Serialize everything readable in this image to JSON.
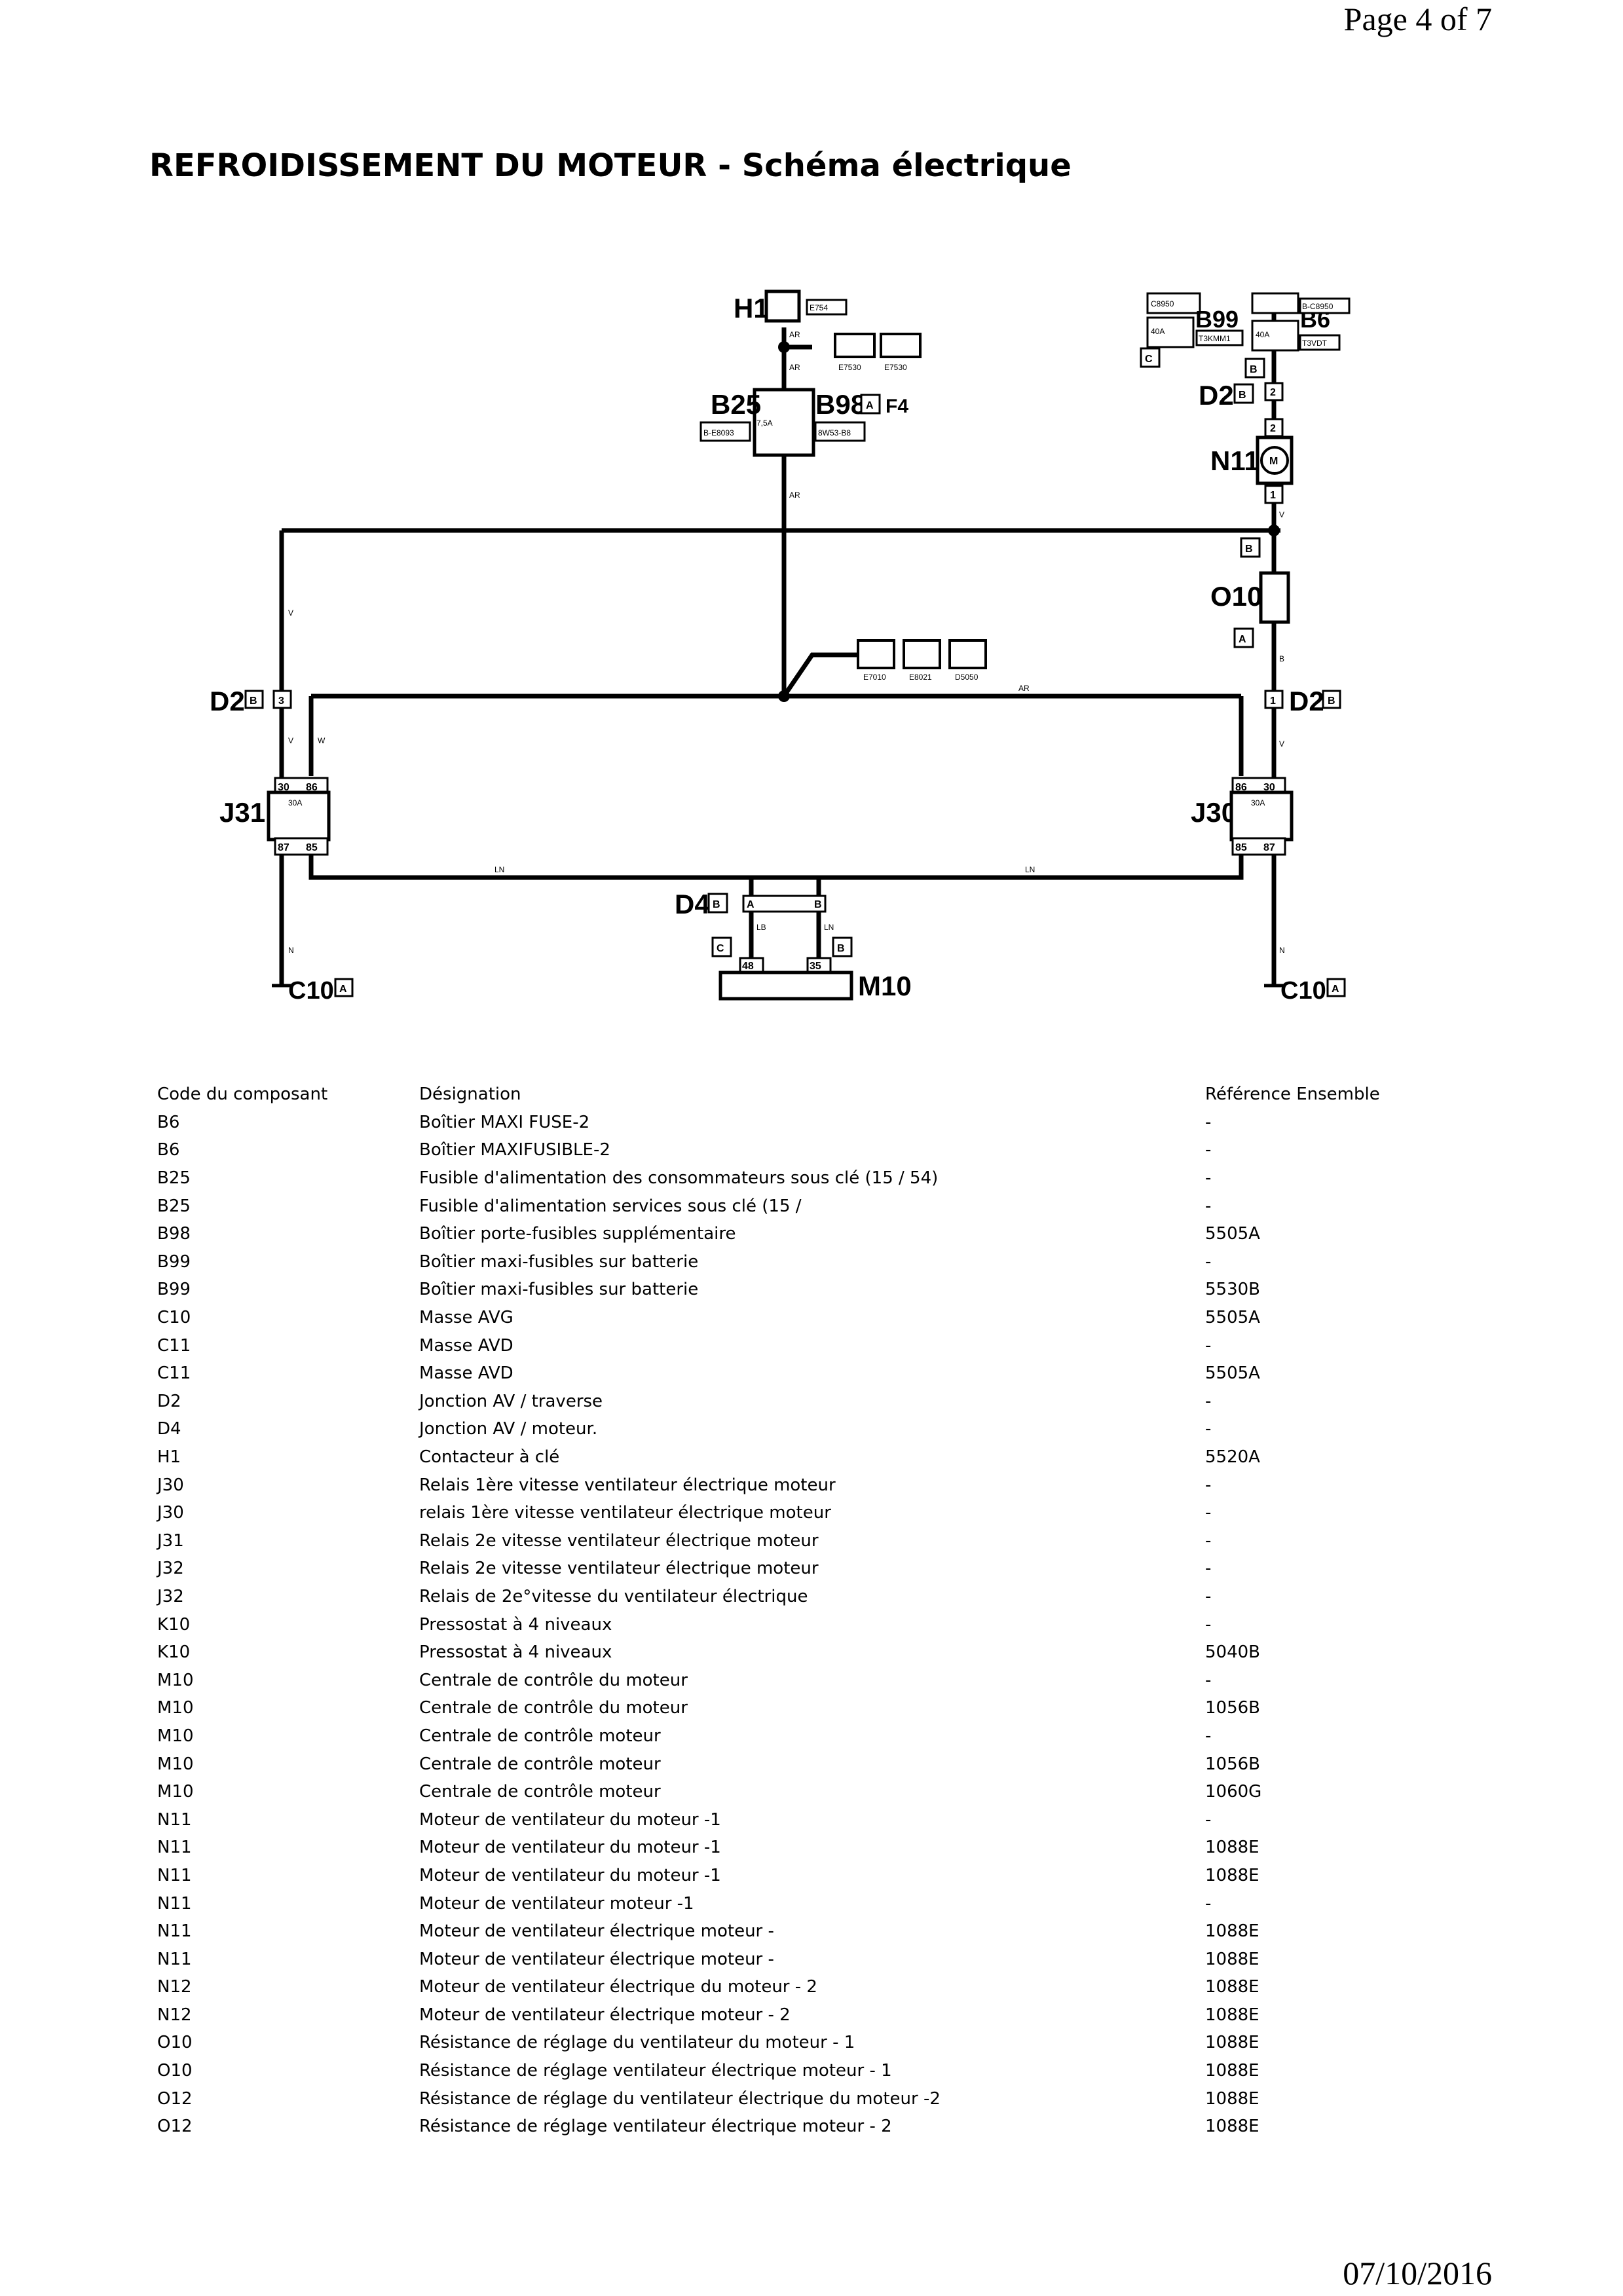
{
  "header": {
    "page_number": "Page 4 of 7"
  },
  "footer": {
    "date": "07/10/2016"
  },
  "document": {
    "title": "REFROIDISSEMENT DU MOTEUR - Schéma électrique"
  },
  "diagram": {
    "components": {
      "H1": "H1",
      "B25": "B25",
      "B98": "B98",
      "F4": "F4",
      "B99": "B99",
      "B6": "B6",
      "D2_top": "D2",
      "N11": "N11",
      "O10": "O10",
      "D2_left": "D2",
      "D2_right": "D2",
      "J31": "J31",
      "J30": "J30",
      "D4": "D4",
      "M10": "M10",
      "C10_left": "C10",
      "C10_right": "C10"
    },
    "connector_tags": {
      "b98": "A",
      "d2_top": "B",
      "b99": "C",
      "b6": "B",
      "o10_top": "B",
      "o10_bottom": "A",
      "d2_left": "B",
      "d2_right": "B",
      "d4": "B",
      "d4_c": "C",
      "d4_b": "B",
      "c10_left": "A",
      "c10_right": "A"
    },
    "pins": {
      "d2_left": "3",
      "d2_right": "1",
      "d2_top_a": "2",
      "d2_top_b": "2",
      "n11_bottom": "1",
      "j31_top_l": "30",
      "j31_top_r": "86",
      "j31_bot_l": "87",
      "j31_bot_r": "85",
      "j30_top_l": "86",
      "j30_top_r": "30",
      "j30_bot_l": "85",
      "j30_bot_r": "87",
      "d4_a": "A",
      "d4_b": "B",
      "m10_l": "48",
      "m10_r": "35"
    },
    "relay_labels": {
      "j31": "30A",
      "j30": "30A"
    },
    "fuse_labels": {
      "b25": "7,5A",
      "b99": "40A",
      "b6": "40A"
    },
    "wire_colors": {
      "h1_out": "AR",
      "b25_in": "AR",
      "b25_out": "AR",
      "bus_main": "AR",
      "left_v1": "V",
      "left_v2": "V",
      "left_v3": "W",
      "right_v1": "V",
      "right_v2": "B",
      "right_v3": "V",
      "bottom_left": "LN",
      "bottom_right": "LN",
      "d4_left": "LB",
      "d4_right": "LN",
      "ground_left": "N",
      "ground_right": "N"
    },
    "refs": {
      "h1": "E754",
      "h1_a": "E7530",
      "h1_b": "E7530",
      "b25": "B-E8093",
      "b98": "8W53-B8",
      "b99_top": "C8950",
      "b99_bot": "T3KMM1",
      "b6_top": "B-C8950",
      "b6_bot": "T3VDT",
      "mid_a": "E7010",
      "mid_b": "E8021",
      "mid_c": "D5050"
    }
  },
  "parts_table": {
    "headers": {
      "code": "Code du composant",
      "designation": "Désignation",
      "reference": "Référence Ensemble"
    },
    "rows": [
      {
        "code": "B6",
        "designation": "Boîtier MAXI FUSE-2",
        "reference": "-"
      },
      {
        "code": "B6",
        "designation": "Boîtier MAXIFUSIBLE-2",
        "reference": "-"
      },
      {
        "code": "B25",
        "designation": "Fusible d'alimentation des consommateurs sous clé (15 / 54)",
        "reference": "-"
      },
      {
        "code": "B25",
        "designation": "Fusible d'alimentation services sous clé (15 /",
        "reference": "-"
      },
      {
        "code": "B98",
        "designation": "Boîtier porte-fusibles supplémentaire",
        "reference": "5505A"
      },
      {
        "code": "B99",
        "designation": "Boîtier maxi-fusibles sur batterie",
        "reference": "-"
      },
      {
        "code": "B99",
        "designation": "Boîtier maxi-fusibles sur batterie",
        "reference": "5530B"
      },
      {
        "code": "C10",
        "designation": "Masse AVG",
        "reference": "5505A"
      },
      {
        "code": "C11",
        "designation": "Masse AVD",
        "reference": "-"
      },
      {
        "code": "C11",
        "designation": "Masse AVD",
        "reference": "5505A"
      },
      {
        "code": "D2",
        "designation": "Jonction AV / traverse",
        "reference": "-"
      },
      {
        "code": "D4",
        "designation": "Jonction AV / moteur.",
        "reference": "-"
      },
      {
        "code": "H1",
        "designation": "Contacteur à clé",
        "reference": "5520A"
      },
      {
        "code": "J30",
        "designation": "Relais 1ère vitesse ventilateur électrique moteur",
        "reference": "-"
      },
      {
        "code": "J30",
        "designation": "relais 1ère vitesse ventilateur électrique moteur",
        "reference": "-"
      },
      {
        "code": "J31",
        "designation": "Relais 2e vitesse ventilateur électrique moteur",
        "reference": "-"
      },
      {
        "code": "J32",
        "designation": "Relais 2e vitesse ventilateur électrique moteur",
        "reference": "-"
      },
      {
        "code": "J32",
        "designation": "Relais de 2e°vitesse du ventilateur électrique",
        "reference": "-"
      },
      {
        "code": "K10",
        "designation": "Pressostat à 4 niveaux",
        "reference": "-"
      },
      {
        "code": "K10",
        "designation": "Pressostat à 4 niveaux",
        "reference": "5040B"
      },
      {
        "code": "M10",
        "designation": "Centrale de contrôle du moteur",
        "reference": "-"
      },
      {
        "code": "M10",
        "designation": "Centrale de contrôle du moteur",
        "reference": "1056B"
      },
      {
        "code": "M10",
        "designation": "Centrale de contrôle moteur",
        "reference": "-"
      },
      {
        "code": "M10",
        "designation": "Centrale de contrôle moteur",
        "reference": "1056B"
      },
      {
        "code": "M10",
        "designation": "Centrale de contrôle moteur",
        "reference": "1060G"
      },
      {
        "code": "N11",
        "designation": "Moteur de ventilateur du moteur -1",
        "reference": "-"
      },
      {
        "code": "N11",
        "designation": "Moteur de ventilateur du moteur -1",
        "reference": "1088E"
      },
      {
        "code": "N11",
        "designation": "Moteur de ventilateur du moteur -1",
        "reference": "1088E"
      },
      {
        "code": "N11",
        "designation": "Moteur de ventilateur moteur -1",
        "reference": "-"
      },
      {
        "code": "N11",
        "designation": "Moteur de ventilateur électrique moteur -",
        "reference": "1088E"
      },
      {
        "code": "N11",
        "designation": "Moteur de ventilateur électrique moteur -",
        "reference": "1088E"
      },
      {
        "code": "N12",
        "designation": "Moteur de ventilateur électrique du moteur - 2",
        "reference": "1088E"
      },
      {
        "code": "N12",
        "designation": "Moteur de ventilateur électrique moteur - 2",
        "reference": "1088E"
      },
      {
        "code": "O10",
        "designation": "Résistance de réglage du ventilateur du moteur - 1",
        "reference": "1088E"
      },
      {
        "code": "O10",
        "designation": "Résistance de réglage ventilateur électrique moteur - 1",
        "reference": "1088E"
      },
      {
        "code": "O12",
        "designation": "Résistance de réglage du ventilateur électrique du moteur -2",
        "reference": "1088E"
      },
      {
        "code": "O12",
        "designation": "Résistance de réglage ventilateur électrique moteur - 2",
        "reference": "1088E"
      }
    ]
  }
}
